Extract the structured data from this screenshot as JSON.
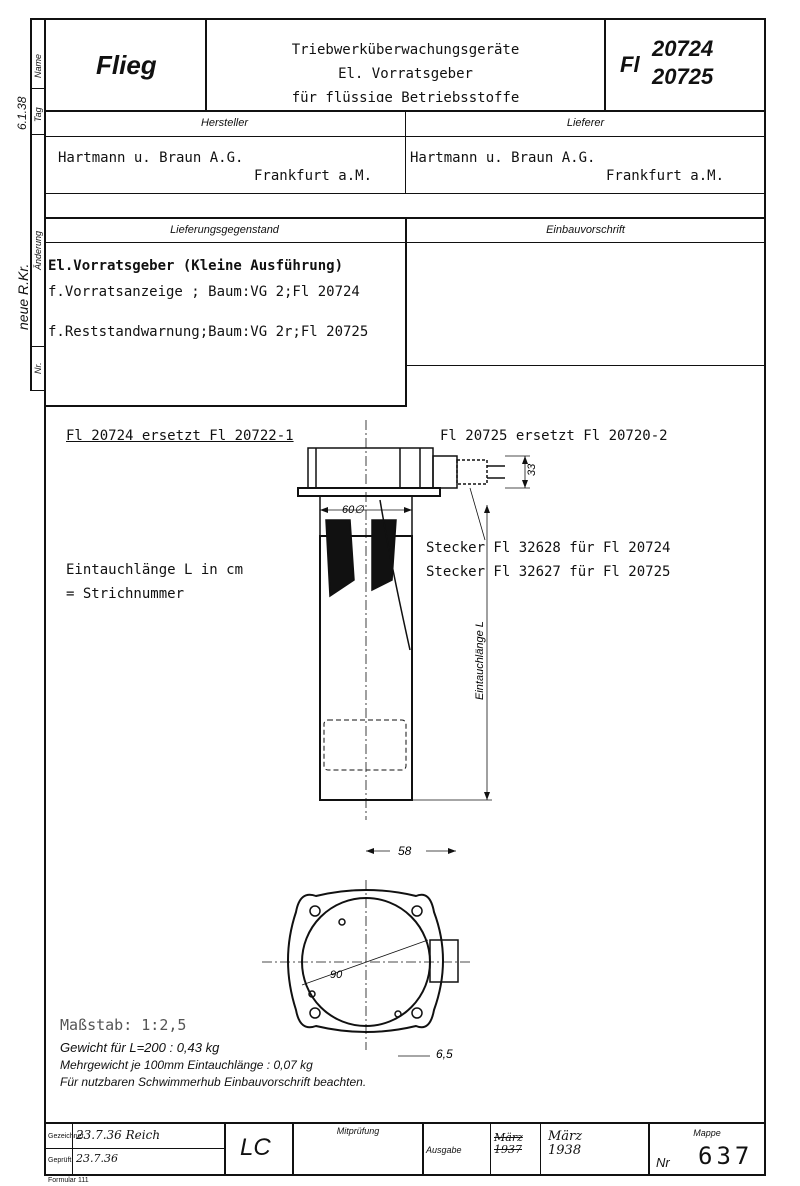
{
  "header": {
    "brand": "Flieg",
    "title_lines": [
      "Triebwerküberwachungsgeräte",
      "El.  Vorratsgeber",
      "für flüssige Betriebsstoffe"
    ],
    "fl_prefix": "Fl",
    "fl_numbers": [
      "20724",
      "20725"
    ]
  },
  "margin": {
    "labels": [
      "Name",
      "Tag",
      "Änderung",
      "Nr."
    ],
    "handwritten": [
      "6.1.38",
      "neue R.Kr."
    ]
  },
  "suppliers": {
    "hersteller_label": "Hersteller",
    "lieferer_label": "Lieferer",
    "hersteller_line1": "Hartmann u. Braun A.G.",
    "hersteller_line2": "Frankfurt a.M.",
    "lieferer_line1": "Hartmann u. Braun A.G.",
    "lieferer_line2": "Frankfurt a.M."
  },
  "delivery": {
    "gegenstand_label": "Lieferungsgegenstand",
    "einbau_label": "Einbauvorschrift",
    "line1": "El.Vorratsgeber (Kleine Ausführung)",
    "line2": "f.Vorratsanzeige ; Baum:VG 2;Fl 20724",
    "line3": "f.Reststandwarnung;Baum:VG 2r;Fl 20725"
  },
  "drawing": {
    "replace_left": "Fl 20724 ersetzt Fl 20722-1",
    "replace_right": "Fl 20725 ersetzt Fl 20720-2",
    "stecker1": "Stecker Fl 32628 für Fl 20724",
    "stecker2": "Stecker Fl 32627 für Fl 20725",
    "eintauch1": "Eintauchlänge L in cm",
    "eintauch2": "= Strichnummer",
    "dim_60": "60∅",
    "dim_33": "33",
    "dim_eintauch": "Eintauchlänge L",
    "dim_58": "58",
    "dim_90": "90",
    "dim_65": "6,5",
    "massstab": "Maßstab: 1:2,5",
    "note1": "Gewicht für L=200 : 0,43 kg",
    "note2": "Mehrgewicht je 100mm Eintauchlänge : 0,07 kg",
    "note3": "Für nutzbaren Schwimmerhub Einbauvorschrift beachten."
  },
  "footer": {
    "gezeichnet_label": "Gezeichnet",
    "gezeichnet_value": "23.7.36  Reich",
    "geprueft_label": "Geprüft",
    "geprueft_value": "23.7.36",
    "lc": "LC",
    "mitpruefung_label": "Mitprüfung",
    "ausgabe_label": "Ausgabe",
    "ausgabe_old": "März 1937",
    "ausgabe_new": "März 1938",
    "mappe_label": "Mappe",
    "nr_label": "Nr",
    "mappe_number": "637",
    "formular": "Formular 111"
  }
}
